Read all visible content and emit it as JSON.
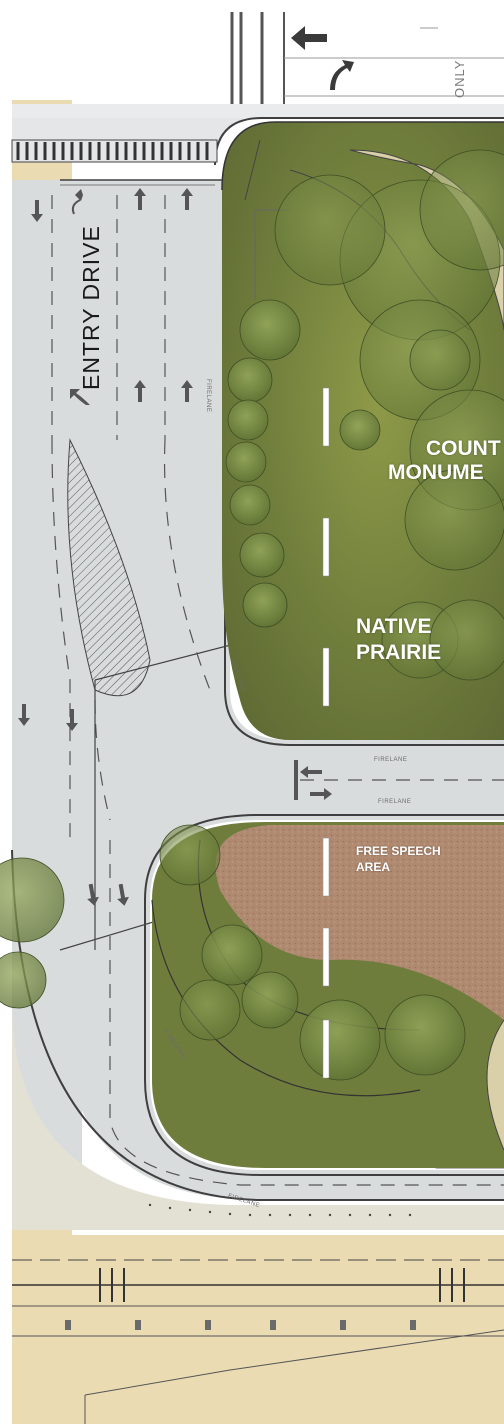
{
  "labels": {
    "entry_drive": "ENTRY DRIVE",
    "county_line1": "COUNT",
    "county_line2": "MONUME",
    "native_line1": "NATIVE",
    "native_line2": "PRAIRIE",
    "free_speech_line1": "FREE SPEECH",
    "free_speech_line2": "AREA",
    "only": "ONLY",
    "firelane": "FIRELANE"
  },
  "icons": {
    "lane_arrow": "arrow-icon",
    "turn_arrow": "turn-arrow-icon"
  },
  "colors": {
    "pavement": "#d9dcdd",
    "lawn": "#6f7d3c",
    "lawn_light": "#9aa45a",
    "tree": "#7f9448",
    "gravel": "#b08a70",
    "sand": "#e8d5a8",
    "curb": "#4a4a4a",
    "lane_line": "#ffffff"
  }
}
